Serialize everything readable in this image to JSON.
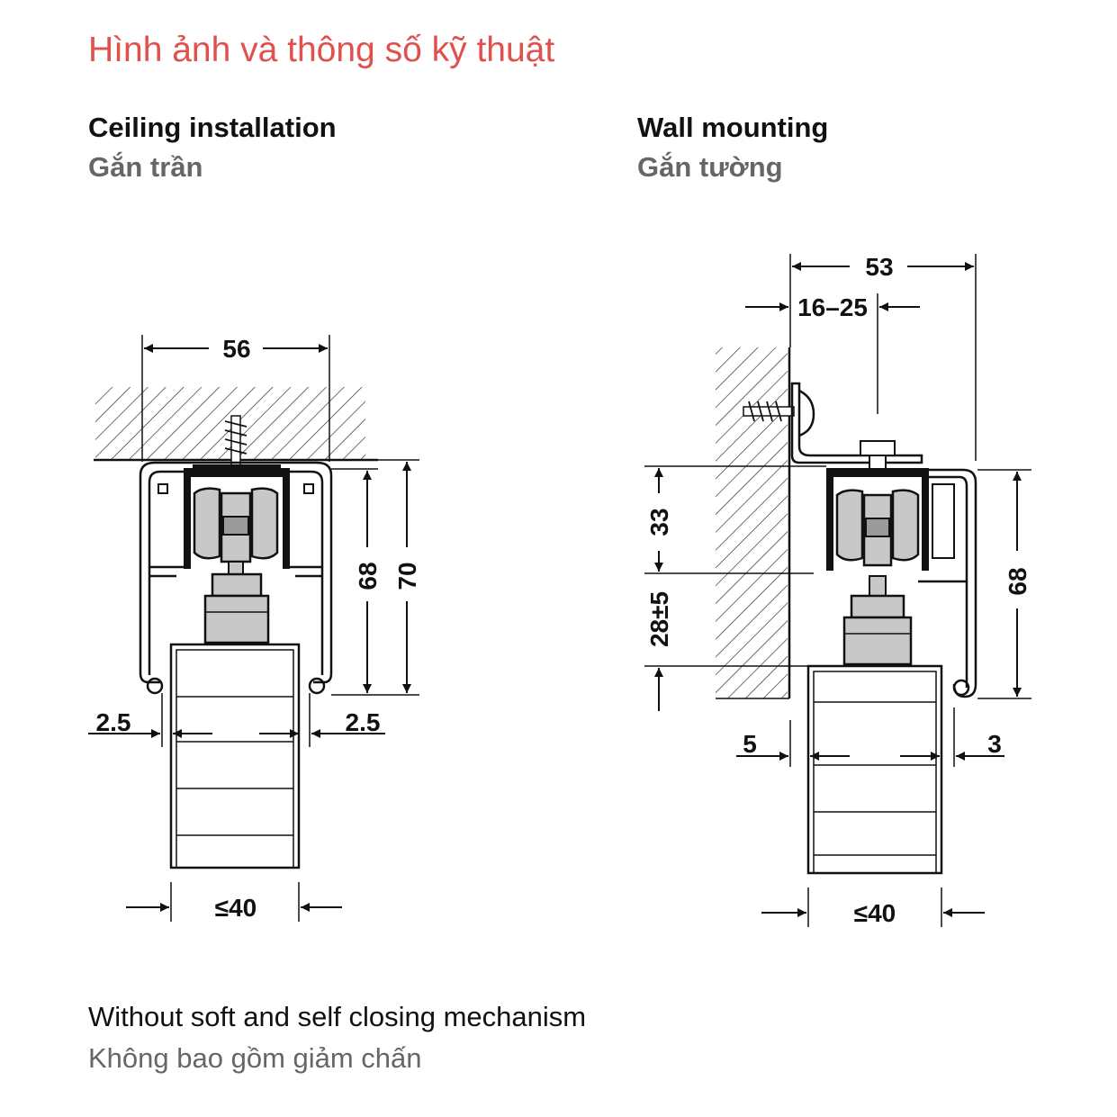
{
  "header": {
    "title": "Hình ảnh và thông số kỹ thuật"
  },
  "ceiling": {
    "title_en": "Ceiling installation",
    "title_vi": "Gắn trần",
    "dims": {
      "width": "56",
      "height_a": "68",
      "height_b": "70",
      "side_left": "2.5",
      "side_right": "2.5",
      "door": "≤40"
    }
  },
  "wall": {
    "title_en": "Wall mounting",
    "title_vi": "Gắn tường",
    "dims": {
      "width": "53",
      "offset": "16–25",
      "upper": "33",
      "lower": "28±5",
      "height": "68",
      "side_left": "5",
      "side_right": "3",
      "door": "≤40"
    }
  },
  "footer": {
    "note_en": "Without soft and self closing mechanism",
    "note_vi": "Không bao gồm giảm chấn"
  },
  "colors": {
    "accent": "#e0504c",
    "text": "#111111",
    "subtext": "#666666",
    "part": "#c8c8c8"
  }
}
